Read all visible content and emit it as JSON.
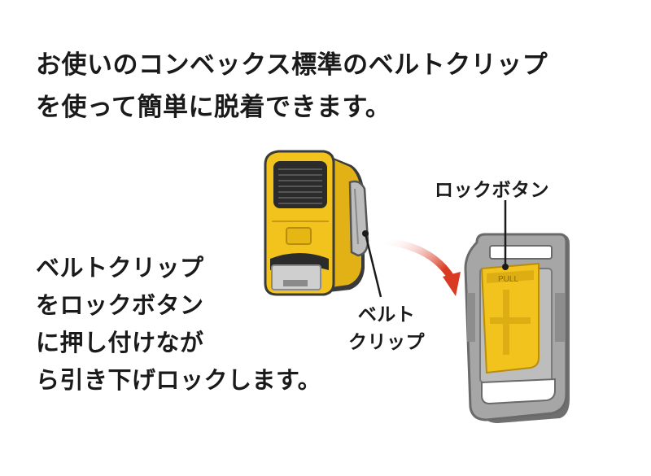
{
  "headline": {
    "line1": "お使いのコンベックス標準のベルトクリップ",
    "line2": "を使って簡単に脱着できます。"
  },
  "instructions": {
    "line1": "ベルトクリップ",
    "line2": "をロックボタン",
    "line3": "に押し付けなが",
    "line4": "ら引き下げロックします。"
  },
  "labels": {
    "lock_button": "ロックボタン",
    "belt_clip_line1": "ベルト",
    "belt_clip_line2": "クリップ",
    "pull_mark": "PULL"
  },
  "colors": {
    "tape_body": "#f2c31d",
    "holder_frame": "#9a9a9a",
    "arrow": "#d83a22",
    "text": "#1a1a1a"
  }
}
